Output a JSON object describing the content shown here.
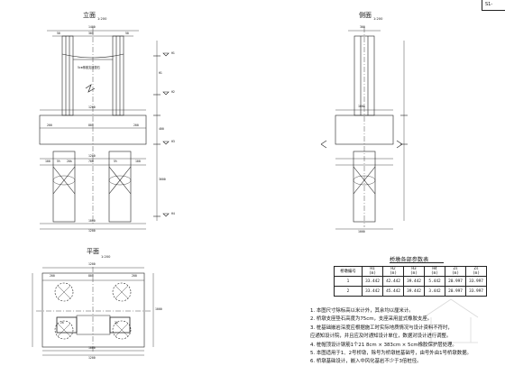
{
  "sheet_number": "S1-",
  "views": {
    "elevation": {
      "title": "立面",
      "scale": "1:200"
    },
    "side": {
      "title": "侧面",
      "scale": "1:200"
    },
    "plan": {
      "title": "平面",
      "scale": "1:200"
    }
  },
  "table": {
    "title": "桥墩各部参数表",
    "headers": [
      {
        "top": "桥墩编号",
        "unit": ""
      },
      {
        "top": "H1",
        "unit": "(m)"
      },
      {
        "top": "H2",
        "unit": "(m)"
      },
      {
        "top": "H3",
        "unit": "(m)"
      },
      {
        "top": "H4",
        "unit": "(m)"
      },
      {
        "top": "Zs",
        "unit": "(m)"
      },
      {
        "top": "Zs",
        "unit": "(m)"
      }
    ],
    "rows": [
      [
        "1",
        "33.442",
        "42.442",
        "39.442",
        "5.442",
        "20.997",
        "33.997"
      ],
      [
        "2",
        "33.442",
        "45.442",
        "39.442",
        "3.442",
        "20.997",
        "33.997"
      ]
    ]
  },
  "notes": [
    "1. 本图尺寸除标高以米计外，其余均以厘米计。",
    "2. 桥墩支座垫石高度为75cm，支座采用盆式橡胶支座。",
    "3. 桩基础嵌岩深度应根据施工时实际地质情况与设计资料不符时，",
    "   应通知设计院，并且应及时通知设计单位，数据对设计进行调整。",
    "4. 桩帽顶设计钢筋1个21  8cm × 383cm × 5cm橡胶保护层处理。",
    "5. 本图适用于1、2号桥墩，除号为桥墩桩基础号，由号外由1号桥墩数据。",
    "6. 桥墩基础设计，嵌入中风化基岩不少于3倍桩径。"
  ],
  "dims": {
    "elev_top": "1400",
    "elev_top_a": "50",
    "elev_top_b": "300",
    "elev_top_c": "50",
    "elev_note": "5cm橡胶支座垫石",
    "elev_cap": "1200",
    "elev_cap_a": "200",
    "elev_cap_b": "800",
    "elev_cap_c": "200",
    "elev_pile": "1200",
    "elev_pile_a": "100",
    "elev_pile_b": "700",
    "elev_pile_c": "100",
    "elev_bottom": "1200",
    "elev_bottom_a": "1000",
    "elev_right_col": "H1",
    "elev_right_cap": "400",
    "elev_right_pile": "3600",
    "elev_pile_labels": [
      "5%",
      "20k",
      "5%"
    ],
    "side_top": "300",
    "side_cap": "1000",
    "side_bottom": "1000",
    "plan_top": "1200",
    "plan_top_a": "200",
    "plan_top_b": "800",
    "plan_top_c": "200",
    "plan_right": "1000",
    "plan_pile_label": "2k",
    "plan_bottom": "1200",
    "plan_bottom_a": "1000"
  },
  "levels": [
    "H1",
    "H2",
    "H3",
    "H4"
  ]
}
